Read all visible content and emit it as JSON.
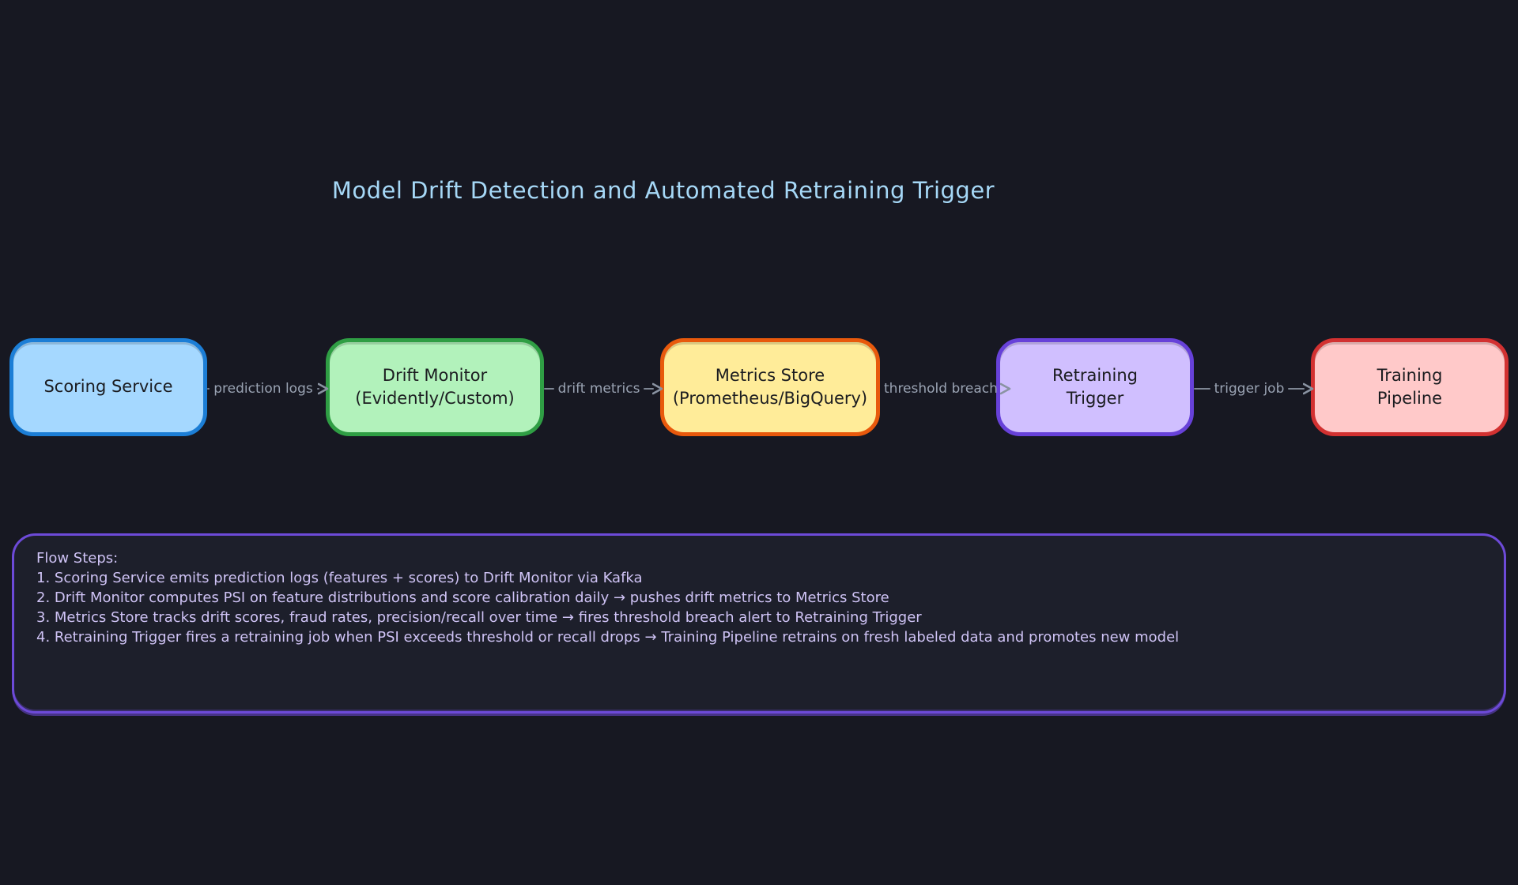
{
  "title": "Model Drift Detection and Automated Retraining Trigger",
  "diagram": {
    "nodes": [
      {
        "id": "scoring-service",
        "label": "Scoring Service",
        "fill": "#a5d8ff",
        "border": "#1c7ed6"
      },
      {
        "id": "drift-monitor",
        "label": "Drift Monitor\n(Evidently/Custom)",
        "fill": "#b2f2bb",
        "border": "#2f9e44"
      },
      {
        "id": "metrics-store",
        "label": "Metrics Store\n(Prometheus/BigQuery)",
        "fill": "#ffec99",
        "border": "#e8590c"
      },
      {
        "id": "retraining-trigger",
        "label": "Retraining\nTrigger",
        "fill": "#d0bfff",
        "border": "#6741d9"
      },
      {
        "id": "training-pipeline",
        "label": "Training\nPipeline",
        "fill": "#ffc9c9",
        "border": "#d23131"
      }
    ],
    "edges": [
      {
        "from": "scoring-service",
        "to": "drift-monitor",
        "label": "prediction logs"
      },
      {
        "from": "drift-monitor",
        "to": "metrics-store",
        "label": "drift metrics"
      },
      {
        "from": "metrics-store",
        "to": "retraining-trigger",
        "label": "threshold breach"
      },
      {
        "from": "retraining-trigger",
        "to": "training-pipeline",
        "label": "trigger job"
      }
    ],
    "icons": {
      "arrowhead": "right-arrowhead"
    }
  },
  "flow_steps": {
    "heading": "Flow Steps:",
    "steps": [
      "1. Scoring Service emits prediction logs (features + scores) to Drift Monitor via Kafka",
      "2. Drift Monitor computes PSI on feature distributions and score calibration daily → pushes drift metrics to Metrics Store",
      "3. Metrics Store tracks drift scores, fraud rates, precision/recall over time → fires threshold breach alert to Retraining Trigger",
      "4. Retraining Trigger fires a retraining job when PSI exceeds threshold or recall drops → Training Pipeline retrains on fresh labeled data and promotes new model"
    ]
  },
  "colors": {
    "background": "#171822",
    "title": "#a6d8f7",
    "edge_line": "#7e8694",
    "edge_label": "#9aa3b3",
    "node_text": "#1b1c20",
    "panel_border": "#6d4ad8",
    "panel_text": "#cfc3f5",
    "panel_fill": "#1d1f2b"
  }
}
